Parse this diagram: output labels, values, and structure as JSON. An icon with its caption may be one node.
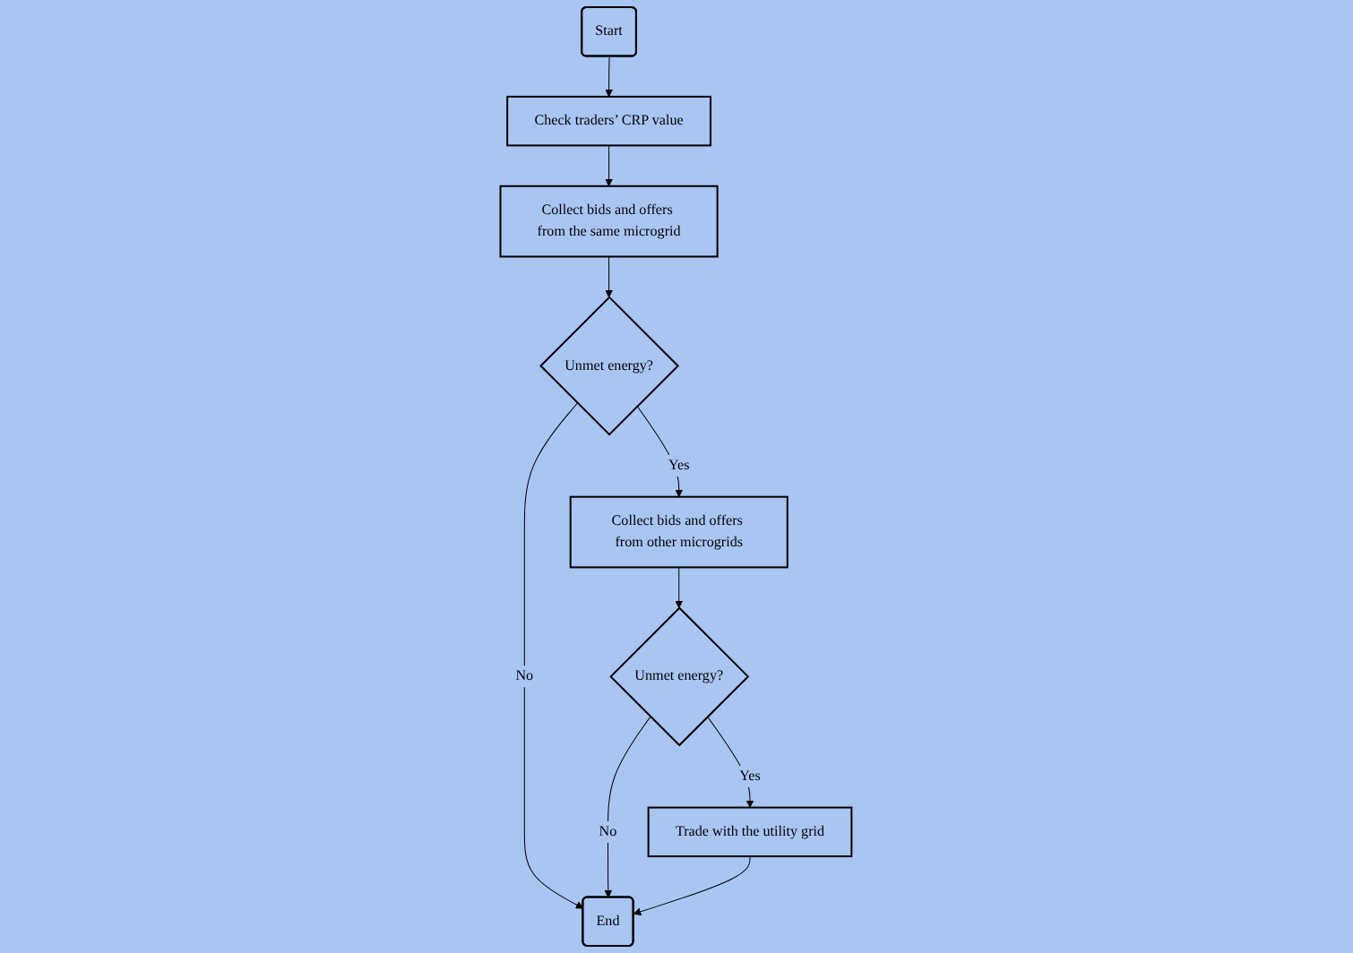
{
  "diagram": {
    "nodes": [
      {
        "text": [
          "Start"
        ]
      },
      {
        "text": [
          "Check traders’ CRP value"
        ]
      },
      {
        "text": [
          "Collect bids and offers from the same microgrid"
        ]
      },
      {
        "text": [
          "Unmet energy?"
        ]
      },
      {
        "text": [
          "Collect bids and offers from other microgrids"
        ]
      },
      {
        "text": [
          "Unmet energy?"
        ]
      },
      {
        "text": [
          "Trade with the utility grid"
        ]
      },
      {
        "text": [
          "End"
        ]
      }
    ],
    "edges": [
      {
        "from": 0,
        "to": 1,
        "arrow": "to"
      },
      {
        "from": 1,
        "to": 2,
        "arrow": "to"
      },
      {
        "from": 2,
        "to": 3,
        "arrow": "to"
      },
      {
        "from": 3,
        "to": 4,
        "arrow": "to",
        "label": "Yes"
      },
      {
        "from": 3,
        "to": 7,
        "arrow": "to",
        "label": "No"
      },
      {
        "from": 4,
        "to": 5,
        "arrow": "to"
      },
      {
        "from": 5,
        "to": 6,
        "arrow": "to",
        "label": "Yes"
      },
      {
        "from": 5,
        "to": 7,
        "arrow": "to",
        "label": "No"
      },
      {
        "from": 6,
        "to": 7,
        "arrow": "to"
      }
    ]
  }
}
